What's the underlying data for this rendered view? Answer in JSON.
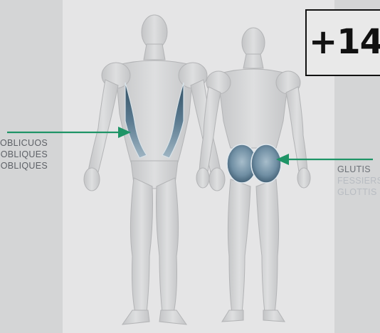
{
  "badge": {
    "age_rating": "+14"
  },
  "left_callout": {
    "lines": [
      "OBLICUOS",
      "OBLIQUES",
      "OBLIQUES"
    ],
    "arrow_color": "#1e9466"
  },
  "right_callout": {
    "lines": [
      "GLUTIS",
      "FESSIERS",
      "GLOTTIS"
    ],
    "arrow_color": "#1e9466"
  },
  "colors": {
    "background": "#d4d5d6",
    "panel": "#e5e5e6",
    "muscle_highlight": "#4f6f86",
    "body_base": "#c8c9ca"
  },
  "illustration": {
    "views": [
      "front-view",
      "back-view"
    ],
    "highlighted_muscles": [
      "obliques",
      "glutes"
    ]
  }
}
